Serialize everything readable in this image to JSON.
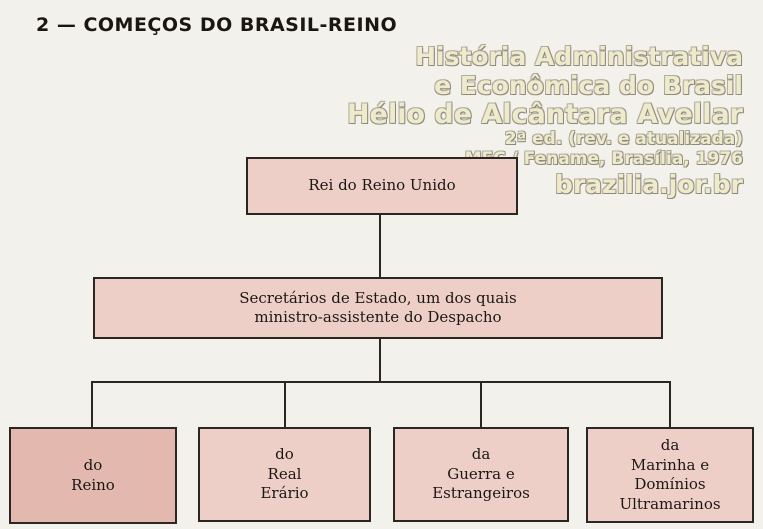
{
  "heading": "2 — COMEÇOS DO BRASIL-REINO",
  "watermark": {
    "line1": "História Administrativa",
    "line2": "e Econômica do Brasil",
    "line3": "Hélio de Alcântara Avellar",
    "line4": "2ª ed. (rev. e atualizada)",
    "line5": "MEC / Fename, Brasília, 1976",
    "line6": "brazilia.jor.br"
  },
  "org_chart": {
    "root": "Rei do Reino Unido",
    "secretaries": {
      "line1": "Secretários de Estado, um dos quais",
      "line2": "ministro-assistente do Despacho"
    },
    "departments": [
      {
        "lines": [
          "do",
          "Reino"
        ]
      },
      {
        "lines": [
          "do",
          "Real",
          "Erário"
        ]
      },
      {
        "lines": [
          "da",
          "Guerra e",
          "Estrangeiros"
        ]
      },
      {
        "lines": [
          "da",
          "Marinha e",
          "Domínios",
          "Ultramarinos"
        ]
      }
    ]
  },
  "colors": {
    "box_fill": "#eecfc8",
    "box_fill_darker": "#e3b8ae",
    "line": "#2b2622",
    "background": "#f3f1ec"
  }
}
